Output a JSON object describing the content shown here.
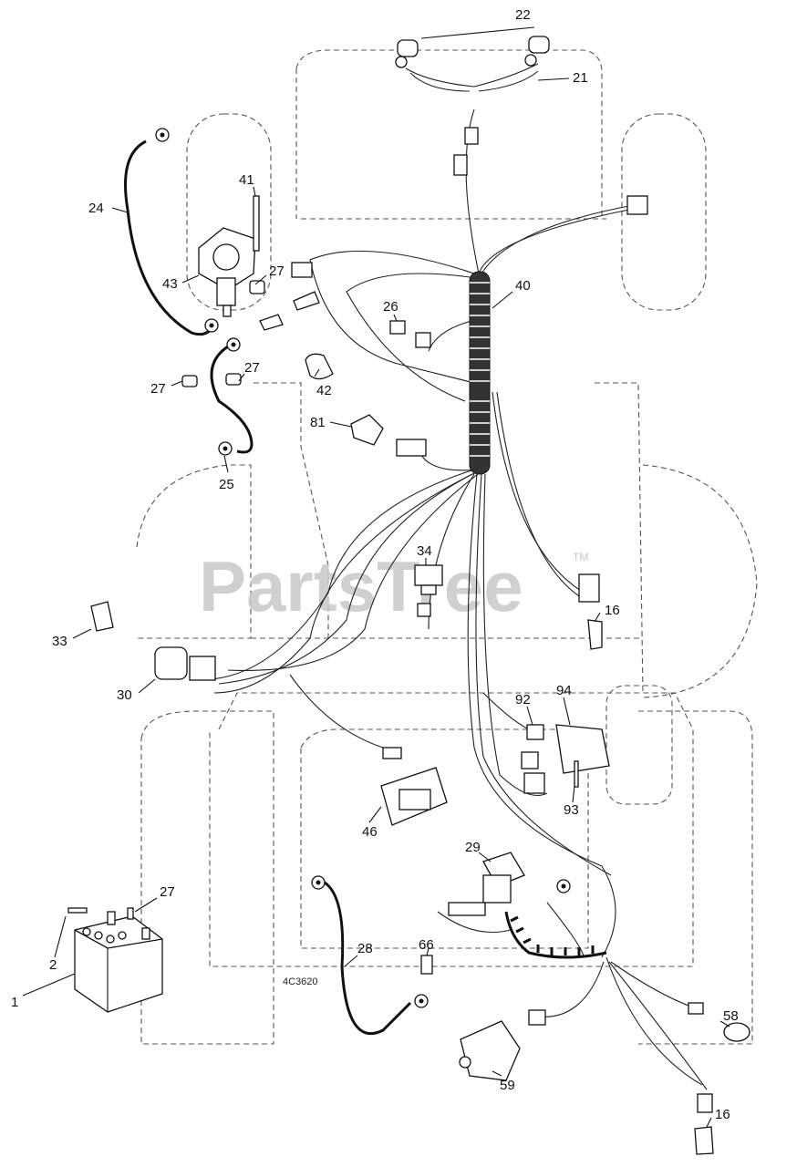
{
  "watermark": "PartsTree",
  "trademark": "TM",
  "drawing_number": "4C3620",
  "callouts": [
    {
      "id": "c22",
      "label": "22"
    },
    {
      "id": "c21",
      "label": "21"
    },
    {
      "id": "c24",
      "label": "24"
    },
    {
      "id": "c41",
      "label": "41"
    },
    {
      "id": "c43",
      "label": "43"
    },
    {
      "id": "c27a",
      "label": "27"
    },
    {
      "id": "c40",
      "label": "40"
    },
    {
      "id": "c26",
      "label": "26"
    },
    {
      "id": "c27b",
      "label": "27"
    },
    {
      "id": "c27c",
      "label": "27"
    },
    {
      "id": "c42",
      "label": "42"
    },
    {
      "id": "c81",
      "label": "81"
    },
    {
      "id": "c25",
      "label": "25"
    },
    {
      "id": "c34",
      "label": "34"
    },
    {
      "id": "c16a",
      "label": "16"
    },
    {
      "id": "c33",
      "label": "33"
    },
    {
      "id": "c30",
      "label": "30"
    },
    {
      "id": "c92",
      "label": "92"
    },
    {
      "id": "c94",
      "label": "94"
    },
    {
      "id": "c93",
      "label": "93"
    },
    {
      "id": "c46",
      "label": "46"
    },
    {
      "id": "c29",
      "label": "29"
    },
    {
      "id": "c27d",
      "label": "27"
    },
    {
      "id": "c2",
      "label": "2"
    },
    {
      "id": "c1",
      "label": "1"
    },
    {
      "id": "c28",
      "label": "28"
    },
    {
      "id": "c66",
      "label": "66"
    },
    {
      "id": "c58",
      "label": "58"
    },
    {
      "id": "c59",
      "label": "59"
    },
    {
      "id": "c16b",
      "label": "16"
    }
  ]
}
